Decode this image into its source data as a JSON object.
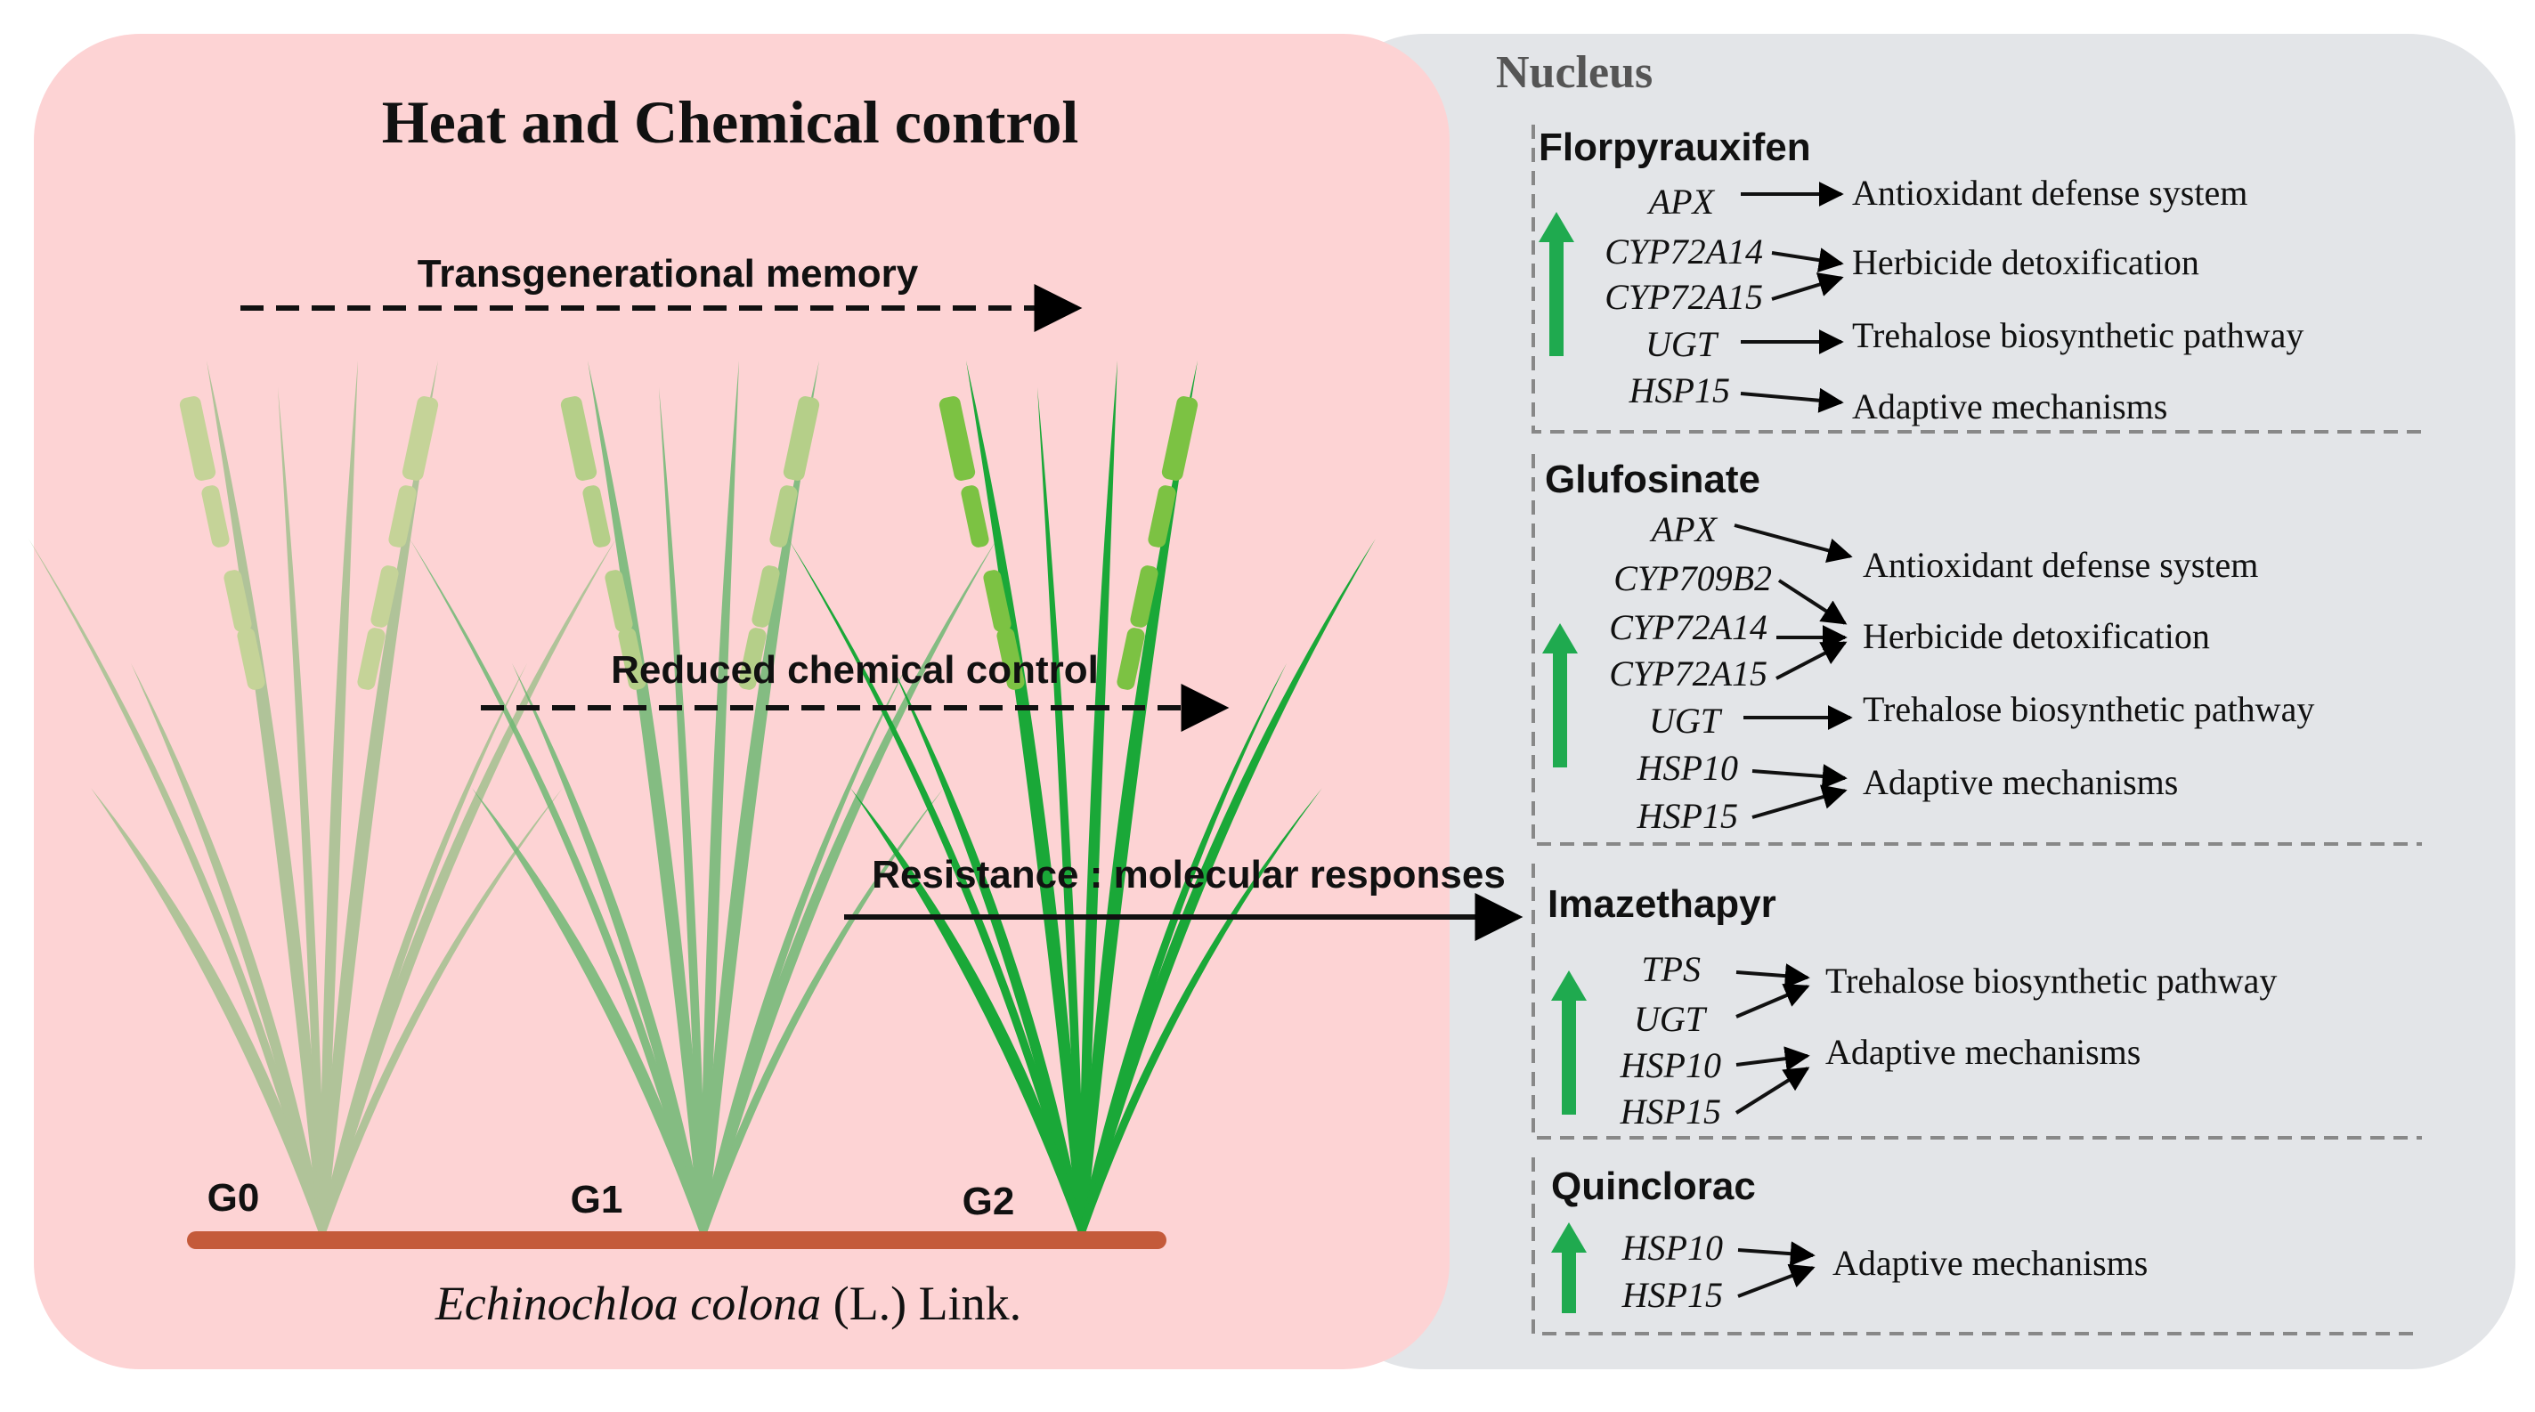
{
  "left_panel": {
    "title": "Heat and Chemical control",
    "arrow_memory": "Transgenerational memory",
    "arrow_reduced": "Reduced chemical control",
    "arrow_resistance": "Resistance : molecular responses",
    "generations": [
      "G0",
      "G1",
      "G2"
    ],
    "species_italic": "Echinochloa colona",
    "species_rest": " (L.) Link."
  },
  "right_panel": {
    "title": "Nucleus",
    "herbicides": [
      {
        "name": "Florpyrauxifen",
        "genes": [
          "APX",
          "CYP72A14",
          "CYP72A15",
          "UGT",
          "HSP15"
        ],
        "outcomes": [
          "Antioxidant defense system",
          "Herbicide detoxification",
          "Trehalose biosynthetic pathway",
          "Adaptive mechanisms"
        ]
      },
      {
        "name": "Glufosinate",
        "genes": [
          "APX",
          "CYP709B2",
          "CYP72A14",
          "CYP72A15",
          "UGT",
          "HSP10",
          "HSP15"
        ],
        "outcomes": [
          "Antioxidant defense system",
          "Herbicide detoxification",
          "Trehalose biosynthetic pathway",
          "Adaptive mechanisms"
        ]
      },
      {
        "name": "Imazethapyr",
        "genes": [
          "TPS",
          "UGT",
          "HSP10",
          "HSP15"
        ],
        "outcomes": [
          "Trehalose biosynthetic pathway",
          "Adaptive mechanisms"
        ]
      },
      {
        "name": "Quinclorac",
        "genes": [
          "HSP10",
          "HSP15"
        ],
        "outcomes": [
          "Adaptive mechanisms"
        ]
      }
    ]
  },
  "colors": {
    "left_bg": "#fdd3d4",
    "right_bg": "#e3e5e8",
    "up_arrow": "#1faa4f",
    "soil": "#c45a3a",
    "plant_g0": "#9dc08b",
    "plant_g1": "#6fb874",
    "plant_g2": "#1aa838"
  }
}
